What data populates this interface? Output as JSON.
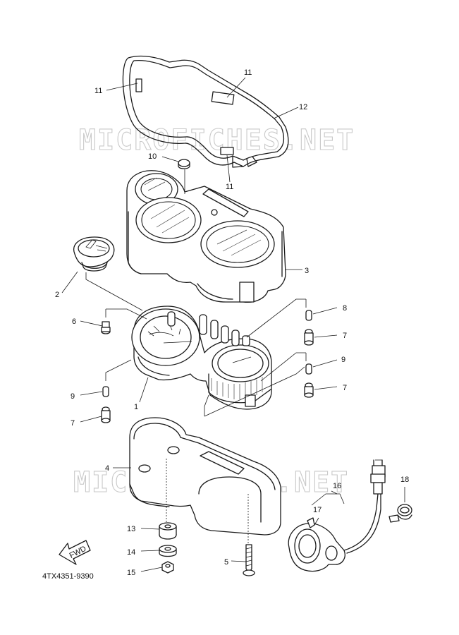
{
  "watermark": "MICROFICHES.NET",
  "diagram_code": "4TX4351-9390",
  "fwd_label": "FWD",
  "callouts": [
    "11",
    "11",
    "12",
    "10",
    "11",
    "3",
    "2",
    "8",
    "6",
    "7",
    "9",
    "9",
    "7",
    "7",
    "1",
    "4",
    "16",
    "18",
    "17",
    "13",
    "14",
    "15",
    "5"
  ]
}
